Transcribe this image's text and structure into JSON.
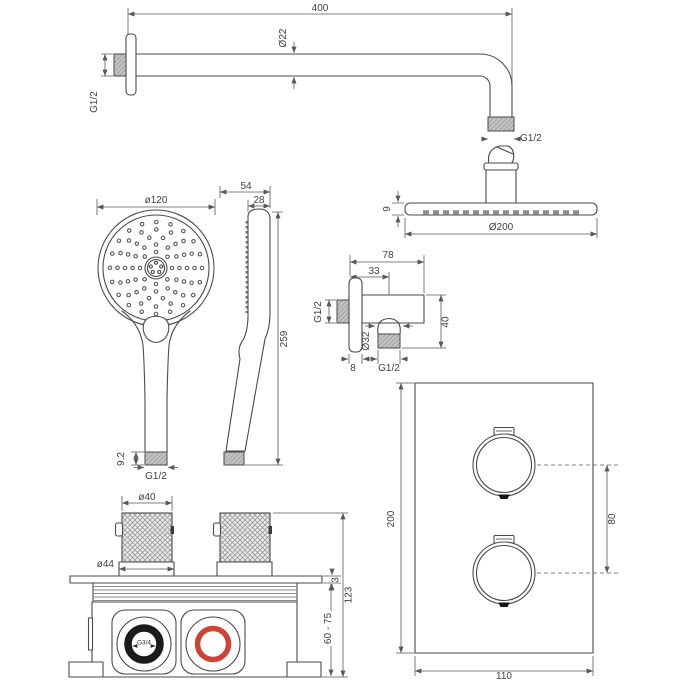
{
  "colors": {
    "line": "#4a4a4a",
    "dimension": "#585858",
    "text": "#3f3f3f",
    "thread_fill": "#bfbfbf",
    "red_ring": "#cd4335",
    "black_ring": "#1a1a1a"
  },
  "views": {
    "shower_arm": {
      "arm_length": "400",
      "arm_diameter": "Ø22",
      "wall_thread": "G1/2",
      "head_thread": "G1/2",
      "head_thickness": "9",
      "head_diameter": "Ø200"
    },
    "hand_shower_front": {
      "face_diameter": "ø120",
      "nut_height": "9.2",
      "thread": "G1/2"
    },
    "hand_shower_side": {
      "depth": "54",
      "head_width": "28",
      "length": "259"
    },
    "wall_outlet": {
      "total_width": "78",
      "outlet_offset": "33",
      "wall_thread": "G1/2",
      "height": "40",
      "outlet_diameter": "Ø32",
      "flange_width": "8",
      "outlet_thread": "G1/2"
    },
    "mixer_body": {
      "handle_diameter": "ø40",
      "base_diameter": "ø44",
      "plate_thickness": "3",
      "total_height": "123",
      "install_depth": "60 - 75",
      "inlet_thread": "G3/4"
    },
    "cover_plate": {
      "height": "200",
      "handle_spacing": "80",
      "width": "110"
    }
  }
}
